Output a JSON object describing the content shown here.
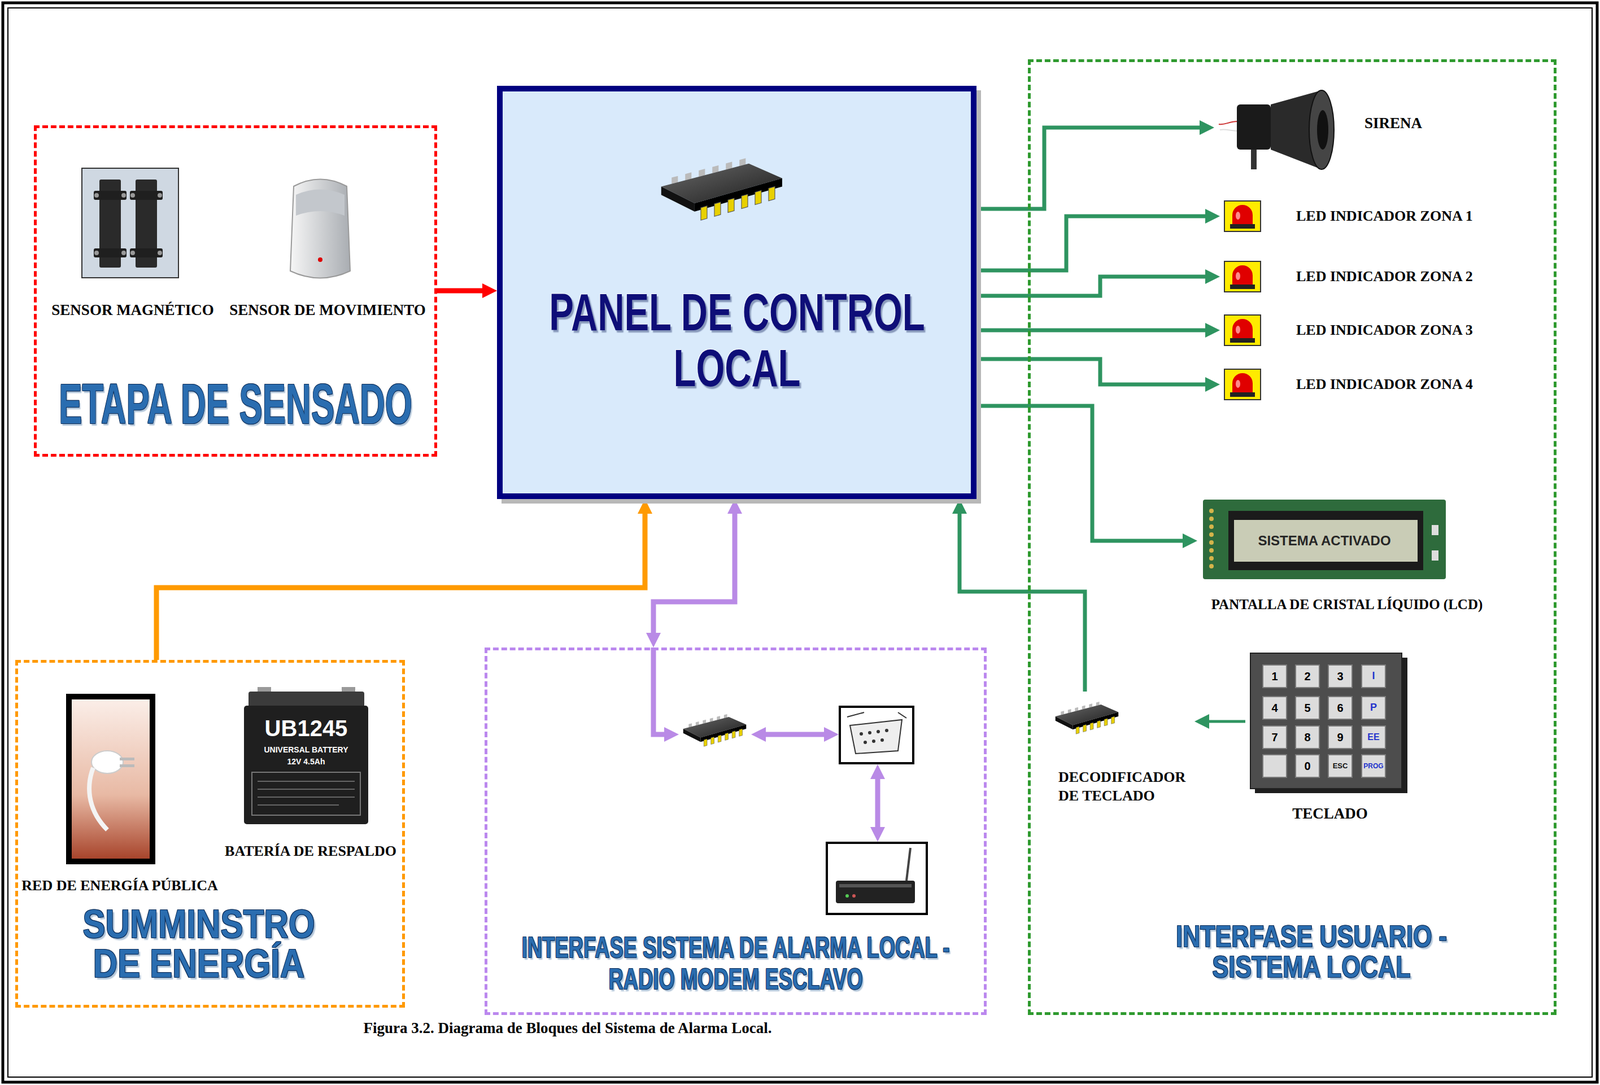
{
  "diagram": {
    "caption": "Figura 3.2. Diagrama de Bloques del Sistema de Alarma Local.",
    "nodes": [
      {
        "text": [
          "ETAPA DE SENSADO"
        ]
      },
      {
        "text": [
          "SENSOR MAGNÉTICO"
        ],
        "in": 0
      },
      {
        "text": [
          "SENSOR DE MOVIMIENTO"
        ],
        "in": 0
      },
      {
        "text": [
          "PANEL DE CONTROL LOCAL"
        ]
      },
      {
        "text": [
          "INTERFASE USUARIO - SISTEMA LOCAL"
        ]
      },
      {
        "text": [
          "SIRENA"
        ],
        "in": 4
      },
      {
        "text": [
          "LED INDICADOR ZONA 1"
        ],
        "in": 4
      },
      {
        "text": [
          "LED INDICADOR ZONA 2"
        ],
        "in": 4
      },
      {
        "text": [
          "LED INDICADOR ZONA 3"
        ],
        "in": 4
      },
      {
        "text": [
          "LED INDICADOR ZONA 4"
        ],
        "in": 4
      },
      {
        "text": [
          "SISTEMA ACTIVADO",
          "PANTALLA DE CRISTAL LÍQUIDO (LCD)"
        ],
        "in": 4
      },
      {
        "text": [
          "DECODIFICADOR DE TECLADO"
        ],
        "in": 4
      },
      {
        "text": [
          "TECLADO"
        ],
        "in": 4
      },
      {
        "text": [
          "SUMMINSTRO DE ENERGÍA"
        ]
      },
      {
        "text": [
          "RED DE ENERGÍA PÚBLICA"
        ],
        "in": 13
      },
      {
        "text": [
          "BATERÍA DE RESPALDO"
        ],
        "in": 13
      },
      {
        "text": [
          "INTERFASE SISTEMA DE ALARMA LOCAL - RADIO MODEM ESCLAVO"
        ]
      }
    ],
    "edges": [
      {
        "from": 0,
        "to": 3,
        "arrow": "to"
      },
      {
        "from": 13,
        "to": 3,
        "arrow": "to"
      },
      {
        "from": 3,
        "to": 16,
        "arrow": "both"
      },
      {
        "from": 3,
        "to": 5,
        "arrow": "to"
      },
      {
        "from": 3,
        "to": 6,
        "arrow": "to"
      },
      {
        "from": 3,
        "to": 7,
        "arrow": "to"
      },
      {
        "from": 3,
        "to": 8,
        "arrow": "to"
      },
      {
        "from": 3,
        "to": 9,
        "arrow": "to"
      },
      {
        "from": 3,
        "to": 10,
        "arrow": "to"
      },
      {
        "from": 12,
        "to": 11,
        "arrow": "to"
      },
      {
        "from": 11,
        "to": 3,
        "arrow": "to"
      }
    ],
    "labels": [
      "1",
      "2",
      "3",
      "I",
      "4",
      "5",
      "6",
      "P",
      "7",
      "8",
      "9",
      "EE",
      "0",
      "ESC",
      "PROG",
      "UB1245",
      "UNIVERSAL BATTERY",
      "12V 4.5Ah"
    ]
  }
}
